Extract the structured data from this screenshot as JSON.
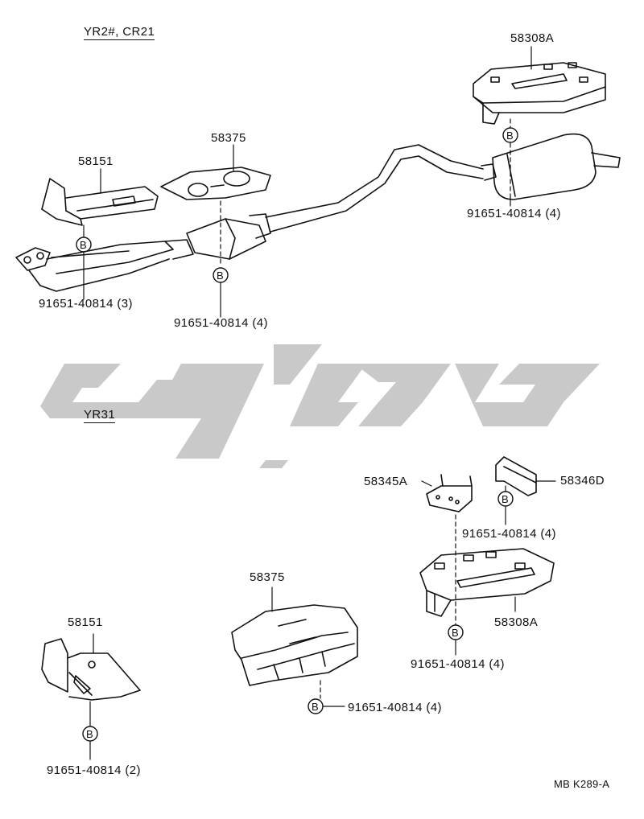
{
  "sections": {
    "top_title": "YR2#, CR21",
    "bottom_title": "YR31"
  },
  "top_labels": {
    "insulator_rear": "58308A",
    "insulator_front": "58151",
    "insulator_center": "58375",
    "bolt_front": "91651-40814 (3)",
    "bolt_center": "91651-40814 (4)",
    "bolt_rear": "91651-40814 (4)"
  },
  "bottom_labels": {
    "bracket_a": "58345A",
    "bracket_d": "58346D",
    "bolt_bracket": "91651-40814 (4)",
    "insulator_rear": "58308A",
    "bolt_rear": "91651-40814 (4)",
    "insulator_center": "58375",
    "bolt_center": "91651-40814 (4)",
    "insulator_front": "58151",
    "bolt_front": "91651-40814 (2)"
  },
  "callout_symbol": "B",
  "figure_code": "MB K289-A",
  "watermark_color": "#c8c8c8",
  "line_color": "#111111"
}
